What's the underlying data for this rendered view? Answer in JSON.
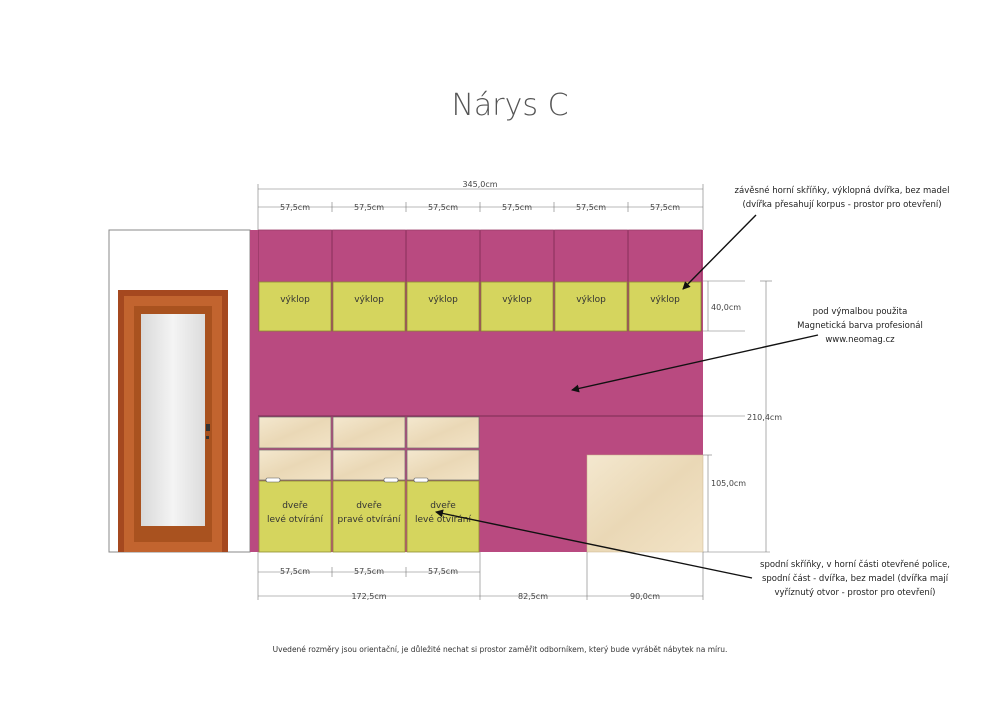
{
  "title": "Nárys C",
  "dims": {
    "total_width": "345,0cm",
    "upper_widths": [
      "57,5cm",
      "57,5cm",
      "57,5cm",
      "57,5cm",
      "57,5cm",
      "57,5cm"
    ],
    "upper_height": "40,0cm",
    "wall_height": "210,4cm",
    "lower_right_height": "105,0cm",
    "lower_widths": [
      "57,5cm",
      "57,5cm",
      "57,5cm"
    ],
    "bottom_spans": [
      "172,5cm",
      "82,5cm",
      "90,0cm"
    ]
  },
  "upper_labels": [
    "výklop",
    "výklop",
    "výklop",
    "výklop",
    "výklop",
    "výklop"
  ],
  "lower_labels": [
    {
      "line1": "dveře",
      "line2": "levé otvírání"
    },
    {
      "line1": "dveře",
      "line2": "pravé otvírání"
    },
    {
      "line1": "dveře",
      "line2": "levé otvírání"
    }
  ],
  "notes": {
    "upper": [
      "závěsné horní skříňky, výklopná dvířka, bez madel",
      "(dvířka přesahují korpus - prostor pro otevření)"
    ],
    "paint": [
      "pod výmalbou použita",
      "Magnetická barva profesionál",
      "www.neomag.cz"
    ],
    "lower": [
      "spodní skříňky, v horní části otevřené police,",
      "spodní část - dvířka, bez madel (dvířka mají",
      "vyříznutý otvor - prostor pro otevření)"
    ]
  },
  "footer": "Uvedené rozměry jsou orientační, je důležité nechat si prostor zaměřit odborníkem, který bude vyrábět nábytek na míru.",
  "colors": {
    "wall": "#b94a80",
    "cabinet": "#d5d55e",
    "wood": "#efe1c4",
    "door_frame": "#b5582c",
    "glass": "#e6e6e6"
  }
}
